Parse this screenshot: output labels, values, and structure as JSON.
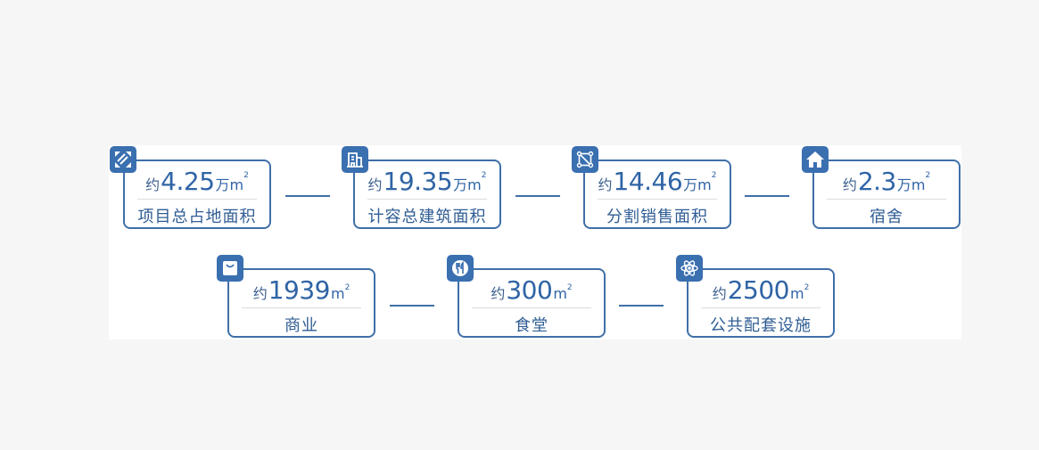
{
  "theme": {
    "accent": "#3a6fb0",
    "border": "#3f6fa8",
    "background": "#f6f6f6"
  },
  "row1": [
    {
      "prefix": "约",
      "value": "4.25",
      "unit": "万m",
      "unit_sup": "2",
      "label": "项目总占地面积",
      "icon": "area-diagonal-icon"
    },
    {
      "prefix": "约",
      "value": "19.35",
      "unit": "万m",
      "unit_sup": "2",
      "label": "计容总建筑面积",
      "icon": "building-icon"
    },
    {
      "prefix": "约",
      "value": "14.46",
      "unit": "万m",
      "unit_sup": "2",
      "label": "分割销售面积",
      "icon": "split-square-icon"
    },
    {
      "prefix": "约",
      "value": "2.3",
      "unit": "万m",
      "unit_sup": "2",
      "label": "宿舍",
      "icon": "home-icon"
    }
  ],
  "row2": [
    {
      "prefix": "约",
      "value": "1939",
      "unit": "m",
      "unit_sup": "2",
      "label": "商业",
      "icon": "shopping-bag-icon"
    },
    {
      "prefix": "约",
      "value": "300",
      "unit": "m",
      "unit_sup": "2",
      "label": "食堂",
      "icon": "fork-knife-icon"
    },
    {
      "prefix": "约",
      "value": "2500",
      "unit": "m",
      "unit_sup": "2",
      "label": "公共配套设施",
      "icon": "atom-icon"
    }
  ]
}
